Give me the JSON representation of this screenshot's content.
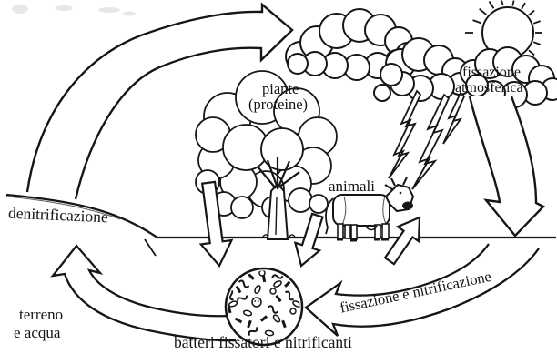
{
  "labels": {
    "denitrification": "denitrificazione",
    "plants_line1": "piante",
    "plants_line2": "(proteine)",
    "atmospheric_fixation_line1": "fissazione",
    "atmospheric_fixation_line2": "atmosferica",
    "animals": "animali",
    "soil_line1": "terreno",
    "soil_line2": "e acqua",
    "bacteria": "batteri fissatori e nitrificanti",
    "fixation_nitrification": "fissazione e nitrificazione"
  },
  "colors": {
    "ink": "#161616",
    "paper": "#ffffff"
  }
}
